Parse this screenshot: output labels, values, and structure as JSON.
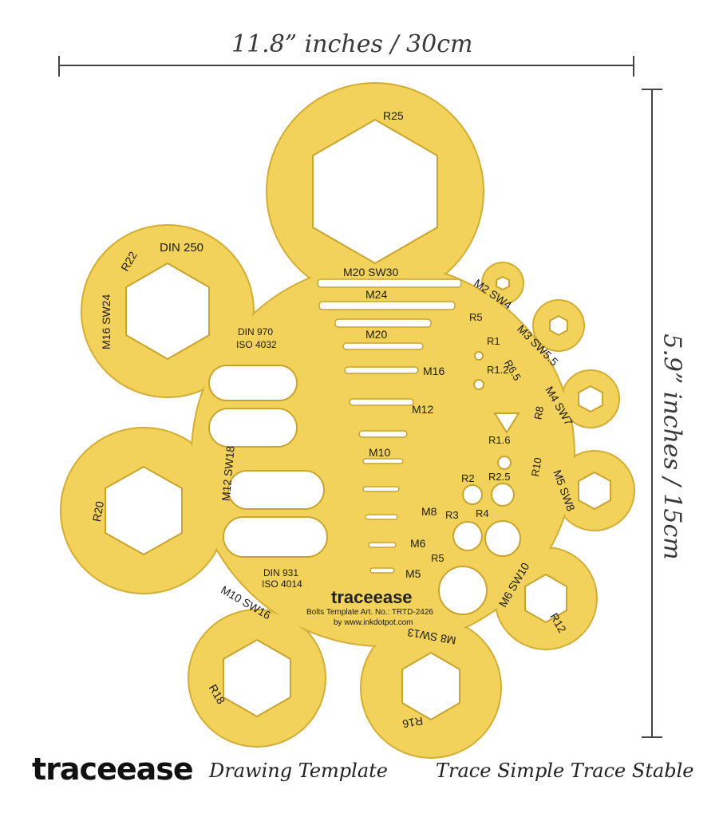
{
  "dimensions": {
    "width_label": "11.8” inches / 30cm",
    "height_label": "5.9” inches / 15cm"
  },
  "template": {
    "color": "#f2d25a",
    "edge_color": "#d9b43a",
    "brand": "traceease",
    "subtitle": "Bolts Template Art. No.: TRTD-2426",
    "website": "by www.inkdotpot.com",
    "labels": {
      "r25": "R25",
      "din250": "DIN 250",
      "r22": "R22",
      "m16sw24": "M16 SW24",
      "m20sw30": "M20 SW30",
      "m24": "M24",
      "m20": "M20",
      "m16": "M16",
      "m12": "M12",
      "m10": "M10",
      "m8": "M8",
      "m6": "M6",
      "m5": "M5",
      "din970": "DIN 970",
      "iso4032": "ISO 4032",
      "din931": "DIN 931",
      "iso4014": "ISO 4014",
      "r20": "R20",
      "m12sw18": "M12 SW18",
      "m10sw16": "M10 SW16",
      "r18": "R18",
      "m8sw13": "M8 SW13",
      "r16": "R16",
      "m6sw10": "M6 SW10",
      "r12": "R12",
      "m5sw8": "M5 SW8",
      "r10": "R10",
      "m4sw7": "M4 SW7",
      "r8": "R8",
      "m3sw55": "M3 SW5.5",
      "r65": "R6.5",
      "m2sw4": "M2 SW4",
      "r5_top": "R5",
      "r1": "R1",
      "r12_small": "R1.2",
      "r16_small": "R1.6",
      "r2": "R2",
      "r25_small": "R2.5",
      "r3": "R3",
      "r4": "R4",
      "r5": "R5"
    }
  },
  "footer": {
    "brand": "traceease",
    "subtitle": "Drawing Template",
    "tagline": "Trace Simple Trace Stable"
  }
}
